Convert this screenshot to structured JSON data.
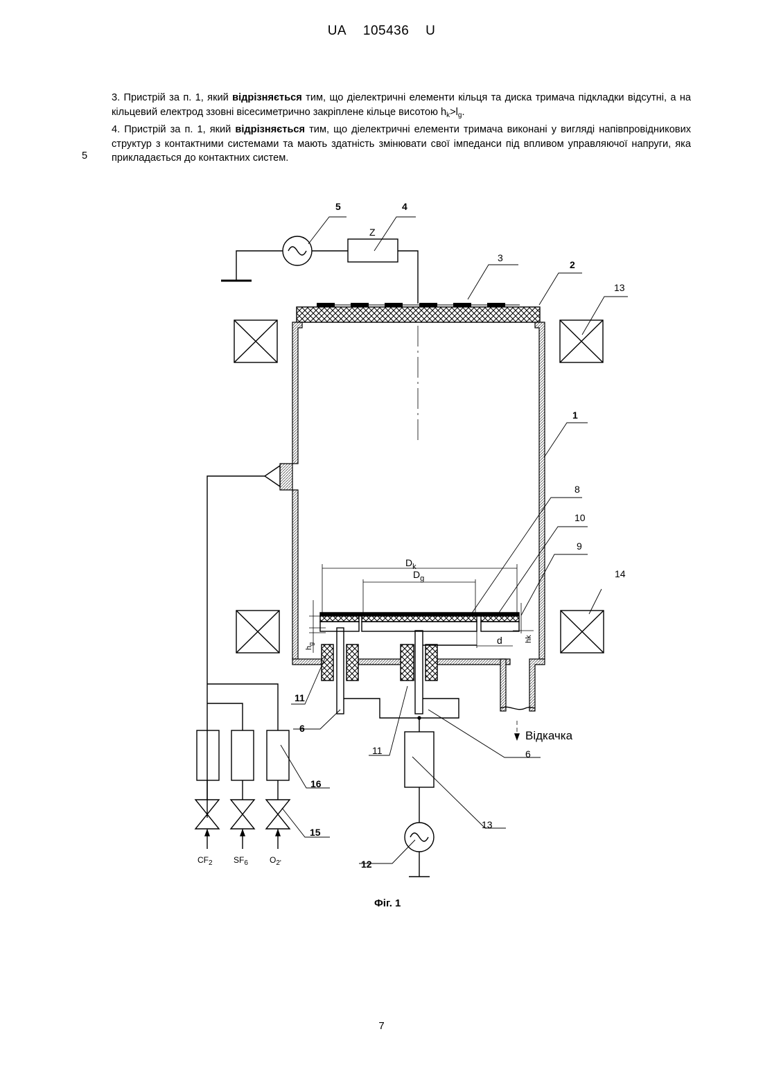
{
  "header": {
    "prefix": "UA",
    "number": "105436",
    "suffix": "U"
  },
  "claims": [
    {
      "num": "3.",
      "before": "Пристрій за п. 1, який",
      "bold": "відрізняється",
      "after": "тим, що діелектричні елементи кільця та диска тримача підкладки відсутні, а на кільцевий електрод ззовні вісесиметрично закріплене кільце висотою",
      "formula_h": "h",
      "formula_k": "k",
      "formula_gt": ">",
      "formula_l": "l",
      "formula_g": "g",
      "formula_end": "."
    },
    {
      "num": "4.",
      "before": "Пристрій за п. 1, який",
      "bold": "відрізняється",
      "after": "тим, що діелектричні елементи тримача виконані у вигляді напівпровідникових структур з контактними системами та мають здатність змінювати свої імпеданси під впливом управляючої напруги, яка прикладається до контактних систем."
    }
  ],
  "line_number": "5",
  "figure": {
    "caption": "Фіг. 1",
    "labels": {
      "l1": "1",
      "l2": "2",
      "l3": "3",
      "l4": "4",
      "l5": "5",
      "l6a": "6",
      "l6b": "6",
      "l8": "8",
      "l9": "9",
      "l10": "10",
      "l11a": "11",
      "l11b": "11",
      "l12": "12",
      "l13a": "13",
      "l13b": "13",
      "l14": "14",
      "l15": "15",
      "l16": "16",
      "z": "Z",
      "dk_D": "D",
      "dk_sub": "k",
      "dg_D": "D",
      "dg_sub": "g",
      "d": "d",
      "hg_h": "h",
      "hg_sub": "g",
      "hk": "hk",
      "pump": "Відкачка",
      "cf_main": "CF",
      "cf_sub": "2",
      "sf_main": "SF",
      "sf_sub": "6",
      "o_main": "O",
      "o_sub": "2'"
    }
  },
  "page_number": "7"
}
